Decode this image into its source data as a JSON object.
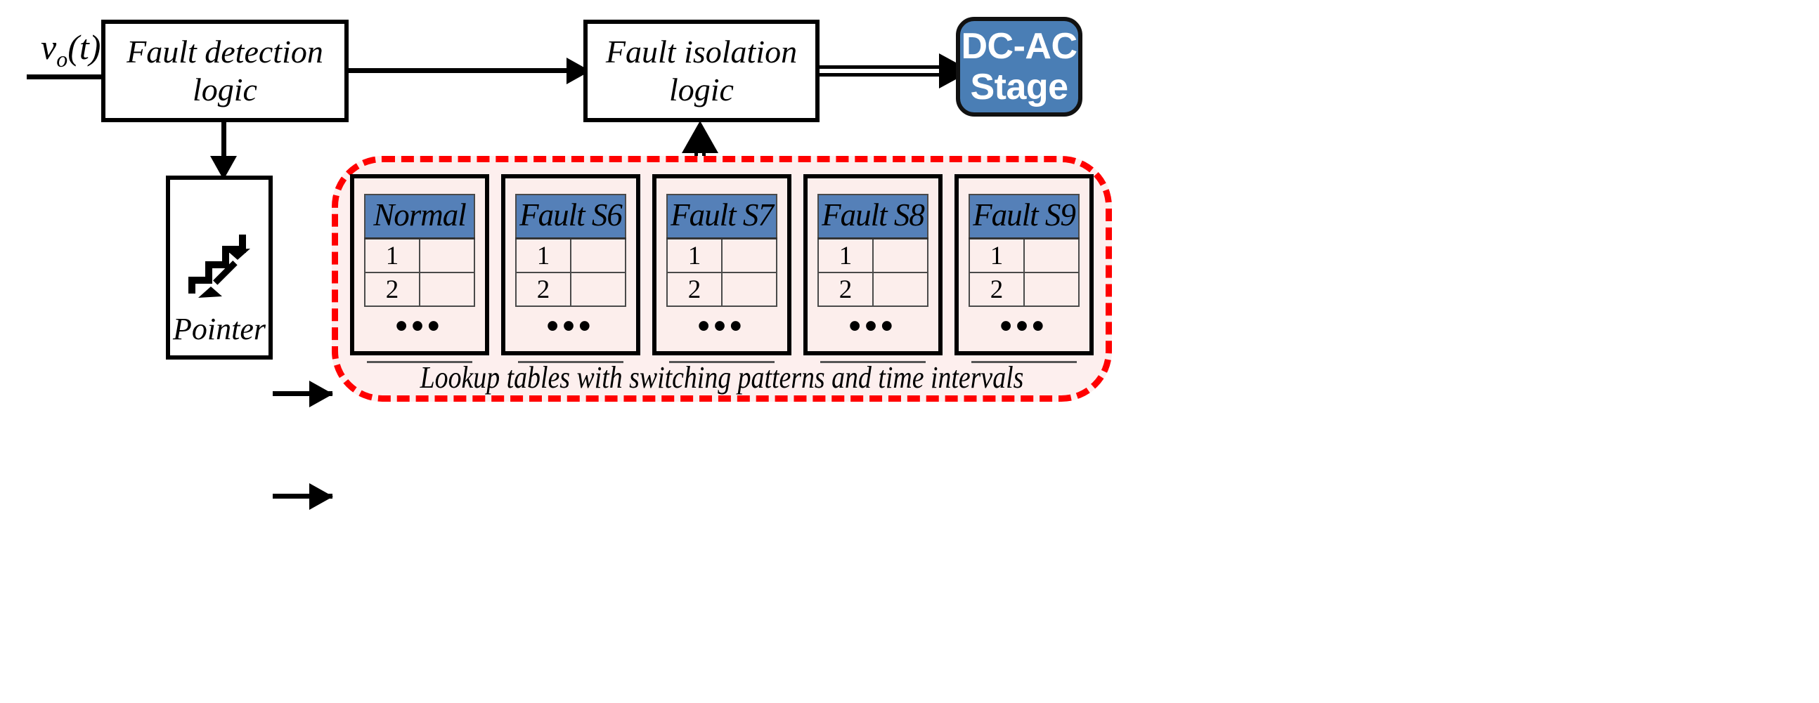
{
  "diagram": {
    "input_signal": {
      "base": "v",
      "sub": "o",
      "arg": "(t)"
    },
    "blocks": {
      "fault_detection": "Fault detection\nlogic",
      "fault_isolation": "Fault isolation\nlogic",
      "pointer_label": "Pointer",
      "pointer_icon": "stairs-arrow-icon"
    },
    "dc_ac_stage": {
      "line1": "DC-AC",
      "line2": "Stage"
    },
    "lookup_panel": {
      "caption": "Lookup tables with switching patterns and time intervals",
      "border_color": "#FF0000",
      "fill_color": "#FDEFEE",
      "header_color": "#5580B8",
      "ellipsis": "•••",
      "tables": [
        {
          "title": "Normal",
          "rows": [
            {
              "index": "1",
              "value": ""
            },
            {
              "index": "2",
              "value": ""
            }
          ]
        },
        {
          "title": "Fault S6",
          "rows": [
            {
              "index": "1",
              "value": ""
            },
            {
              "index": "2",
              "value": ""
            }
          ]
        },
        {
          "title": "Fault S7",
          "rows": [
            {
              "index": "1",
              "value": ""
            },
            {
              "index": "2",
              "value": ""
            }
          ]
        },
        {
          "title": "Fault S8",
          "rows": [
            {
              "index": "1",
              "value": ""
            },
            {
              "index": "2",
              "value": ""
            }
          ]
        },
        {
          "title": "Fault S9",
          "rows": [
            {
              "index": "1",
              "value": ""
            },
            {
              "index": "2",
              "value": ""
            }
          ]
        }
      ]
    },
    "colors": {
      "stage_fill": "#4A7EB5",
      "stage_text": "#FFFFFF",
      "line": "#000000"
    }
  }
}
